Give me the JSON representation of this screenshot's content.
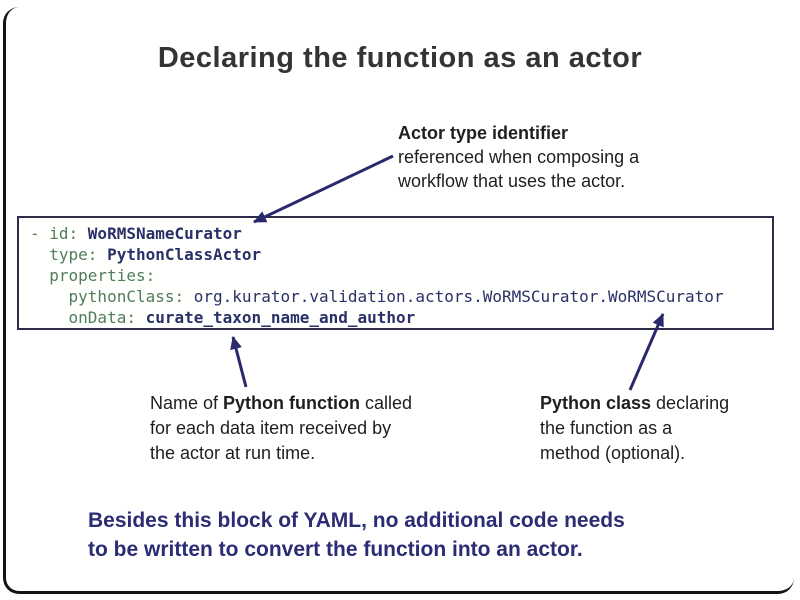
{
  "slide": {
    "title": "Declaring the function as an actor",
    "note_top": {
      "line1_bold": "Actor type identifier",
      "line2": "referenced when composing a",
      "line3": "workflow that uses the actor."
    },
    "code": {
      "lines": [
        {
          "key": "- id: ",
          "value": "WoRMSNameCurator",
          "bold": true
        },
        {
          "key": "  type: ",
          "value": "PythonClassActor",
          "bold": true
        },
        {
          "key": "  properties:",
          "value": "",
          "bold": false
        },
        {
          "key": "    pythonClass: ",
          "value": "org.kurator.validation.actors.WoRMSCurator.WoRMSCurator",
          "bold": false
        },
        {
          "key": "    onData: ",
          "value": "curate_taxon_name_and_author",
          "bold": true
        }
      ]
    },
    "note_left": {
      "prefix": "Name of ",
      "bold": "Python function",
      "suffix": " called",
      "line2": "for each data item received by",
      "line3": "the actor at run time."
    },
    "note_right": {
      "bold": "Python class",
      "suffix": " declaring",
      "line2": "the function as a",
      "line3": "method (optional)."
    },
    "footer": {
      "line1": "Besides this block of YAML, no additional code needs",
      "line2": "to be written to convert the function into an actor."
    },
    "colors": {
      "title_color": "#343434",
      "body_text": "#1f1f1f",
      "code_green": "#4f7d58",
      "code_navy": "#2a3068",
      "code_border": "#2b2b4a",
      "arrow_navy": "#29296b",
      "footer_navy": "#2c2c74",
      "frame_black": "#141414"
    }
  }
}
